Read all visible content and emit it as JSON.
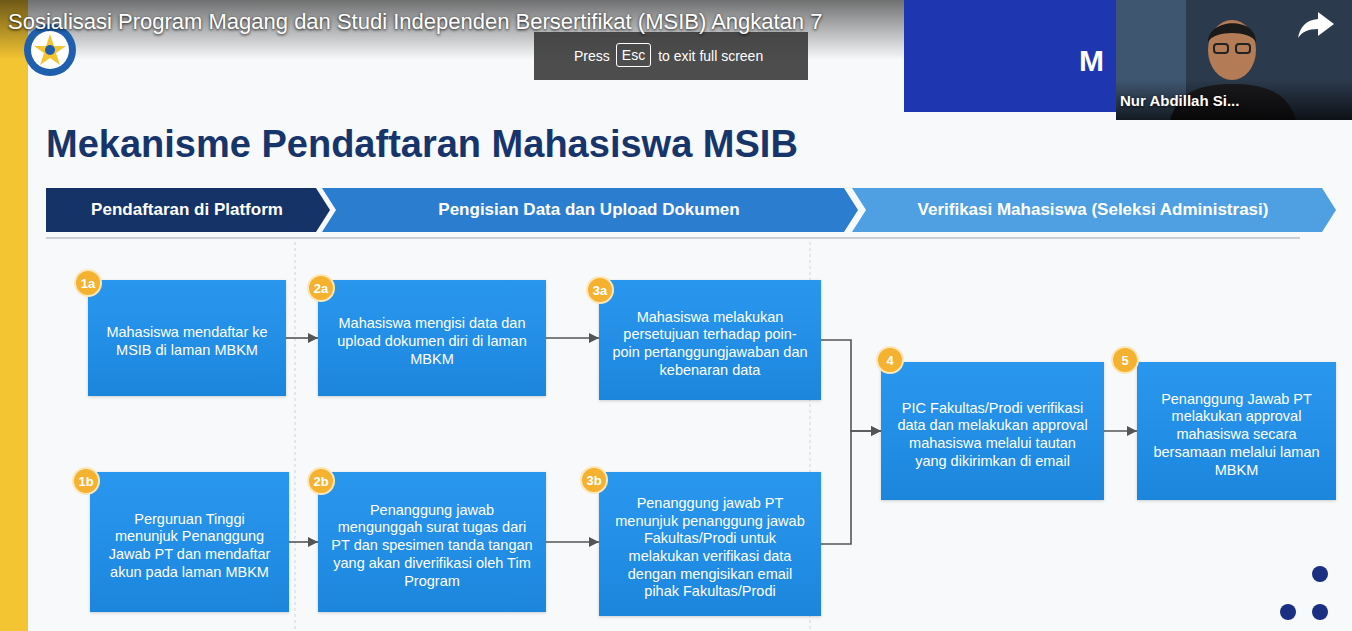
{
  "diagram": {
    "title": "Mekanisme Pendaftaran Mahasiswa MSIB",
    "nodes": [
      {
        "text": [
          "Pendaftaran di Platform"
        ]
      },
      {
        "text": [
          "Pengisian Data dan Upload Dokumen"
        ]
      },
      {
        "text": [
          "Verifikasi Mahasiswa (Seleksi Administrasi)"
        ]
      },
      {
        "text": [
          "1a"
        ]
      },
      {
        "text": [
          "Mahasiswa mendaftar ke MSIB di laman MBKM"
        ]
      },
      {
        "text": [
          "2a"
        ]
      },
      {
        "text": [
          "Mahasiswa mengisi data dan upload dokumen diri di laman MBKM"
        ]
      },
      {
        "text": [
          "3a"
        ]
      },
      {
        "text": [
          "Mahasiswa melakukan persetujuan terhadap poin-poin pertanggungjawaban dan kebenaran data"
        ]
      },
      {
        "text": [
          "4"
        ]
      },
      {
        "text": [
          "PIC Fakultas/Prodi verifikasi data dan melakukan approval mahasiswa melalui tautan yang dikirimkan di email"
        ]
      },
      {
        "text": [
          "5"
        ]
      },
      {
        "text": [
          "Penanggung Jawab PT melakukan approval mahasiswa secara bersamaan melalui laman MBKM"
        ]
      },
      {
        "text": [
          "1b"
        ]
      },
      {
        "text": [
          "Perguruan Tinggi menunjuk Penanggung Jawab PT dan mendaftar akun pada laman MBKM"
        ]
      },
      {
        "text": [
          "2b"
        ]
      },
      {
        "text": [
          "Penanggung jawab mengunggah surat tugas dari PT dan spesimen tanda tangan yang akan diverifikasi oleh Tim Program"
        ]
      },
      {
        "text": [
          "3b"
        ]
      },
      {
        "text": [
          "Penanggung jawab PT menunjuk penanggung jawab Fakultas/Prodi untuk melakukan verifikasi data dengan mengisikan email pihak Fakultas/Prodi"
        ]
      }
    ],
    "edges": [
      {
        "from": 4,
        "to": 6,
        "arrow": "to"
      },
      {
        "from": 6,
        "to": 8,
        "arrow": "to"
      },
      {
        "from": 8,
        "to": 10,
        "arrow": "to"
      },
      {
        "from": 14,
        "to": 16,
        "arrow": "to"
      },
      {
        "from": 16,
        "to": 18,
        "arrow": "to"
      },
      {
        "from": 18,
        "to": 10,
        "arrow": "to"
      },
      {
        "from": 10,
        "to": 12,
        "arrow": "to"
      }
    ],
    "labels": [
      "Sosialisasi Program Magang dan Studi Independen Bersertifikat (MSIB) Angkatan 7",
      "Press",
      "Esc",
      "to exit full screen",
      "M",
      "Nur Abdillah Si..."
    ]
  }
}
